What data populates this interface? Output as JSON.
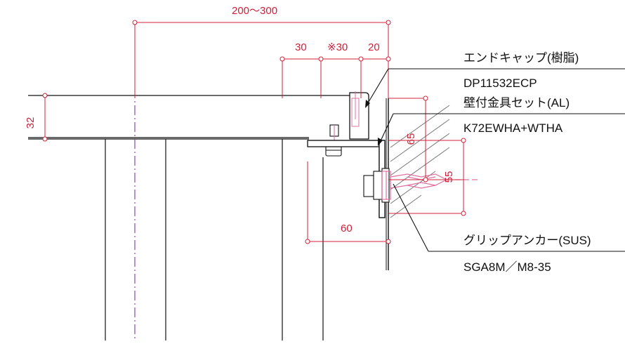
{
  "dimensions": {
    "total_width": "200～300",
    "d30": "30",
    "d30_marked": "※30",
    "d20": "20",
    "thickness": "32",
    "d65": "65",
    "d55": "55",
    "d60": "60"
  },
  "labels": {
    "end_cap": "エンドキャップ(樹脂)",
    "end_cap_code": "DP11532ECP",
    "wall_bracket": "壁付金具セット(AL)",
    "wall_bracket_code": "K72EWHA+WTHA",
    "grip_anchor": "グリップアンカー(SUS)",
    "grip_anchor_code": "SGA8M／M8-35"
  },
  "colors": {
    "dimension": "#d0203a",
    "part_outline": "#111111",
    "pink_highlight": "#e070a0",
    "centerline": "#6a2aa0",
    "hatch": "#777777"
  }
}
